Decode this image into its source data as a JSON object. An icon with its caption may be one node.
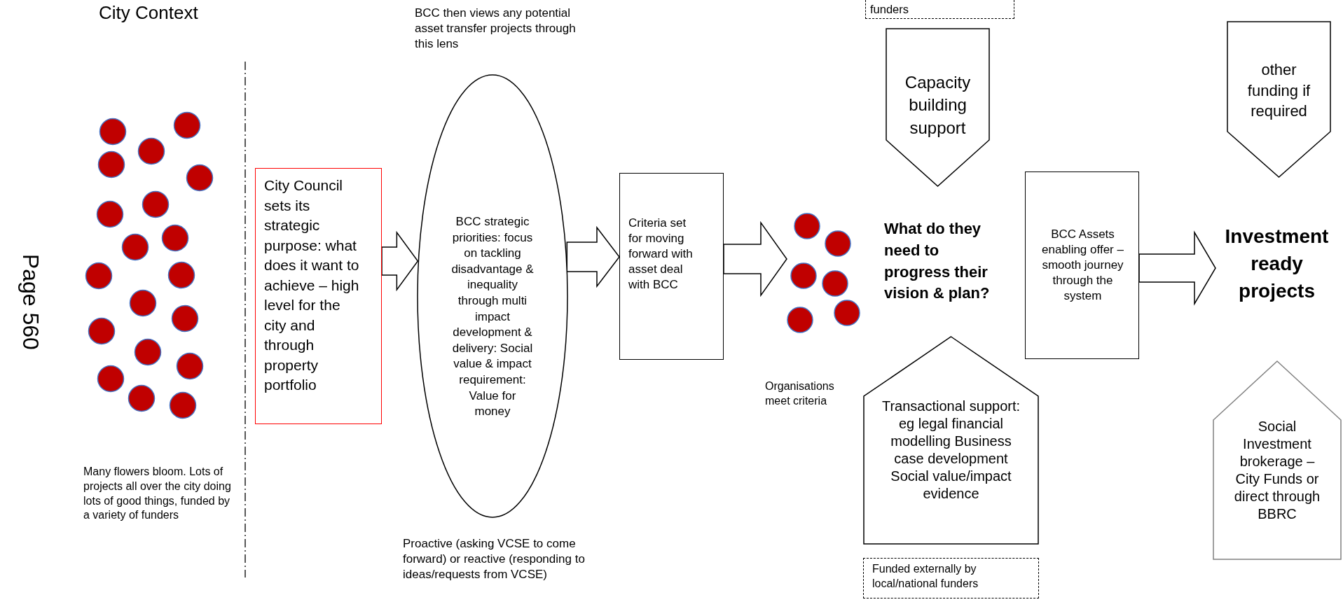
{
  "diagram": {
    "nodes": [
      {
        "text": [
          "City Council sets its strategic purpose: what does it want to achieve – high level for the city and through property portfolio"
        ]
      },
      {
        "text": [
          "BCC strategic priorities: focus on tackling disadvantage & inequality through multi impact development & delivery: Social value & impact requirement: Value for money"
        ]
      },
      {
        "text": [
          "Criteria set for moving forward with asset deal with BCC"
        ]
      },
      {
        "text": [],
        "shape": "picture"
      },
      {
        "text": [
          "funders"
        ]
      },
      {
        "text": [
          "Capacity building support"
        ]
      },
      {
        "text": [
          "Transactional support: eg legal financial modelling Business case development Social value/impact evidence"
        ]
      },
      {
        "text": [
          "Funded externally by local/national funders"
        ]
      },
      {
        "text": [
          "BCC Assets enabling offer – smooth journey through the system"
        ]
      },
      {
        "text": [
          "other funding if required"
        ]
      },
      {
        "text": [
          "Investment ready projects"
        ]
      },
      {
        "text": [
          "Social Investment brokerage – City Funds or direct through BBRC"
        ]
      }
    ],
    "edges": [
      {
        "from": 0,
        "to": 1,
        "arrow": "to"
      },
      {
        "from": 1,
        "to": 2,
        "arrow": "to"
      },
      {
        "from": 2,
        "to": 3,
        "arrow": "to"
      },
      {
        "from": 8,
        "to": 10,
        "arrow": "to"
      }
    ],
    "labels": [
      "City Context",
      "Page 560",
      "BCC then views any potential asset transfer projects through this lens",
      "Many flowers bloom. Lots of projects all over the city doing lots of good things, funded by a variety of funders",
      "Organisations meet criteria",
      "What do they need to progress their vision & plan?",
      "Proactive (asking VCSE to come forward) or reactive (responding to ideas/requests from VCSE)"
    ]
  }
}
